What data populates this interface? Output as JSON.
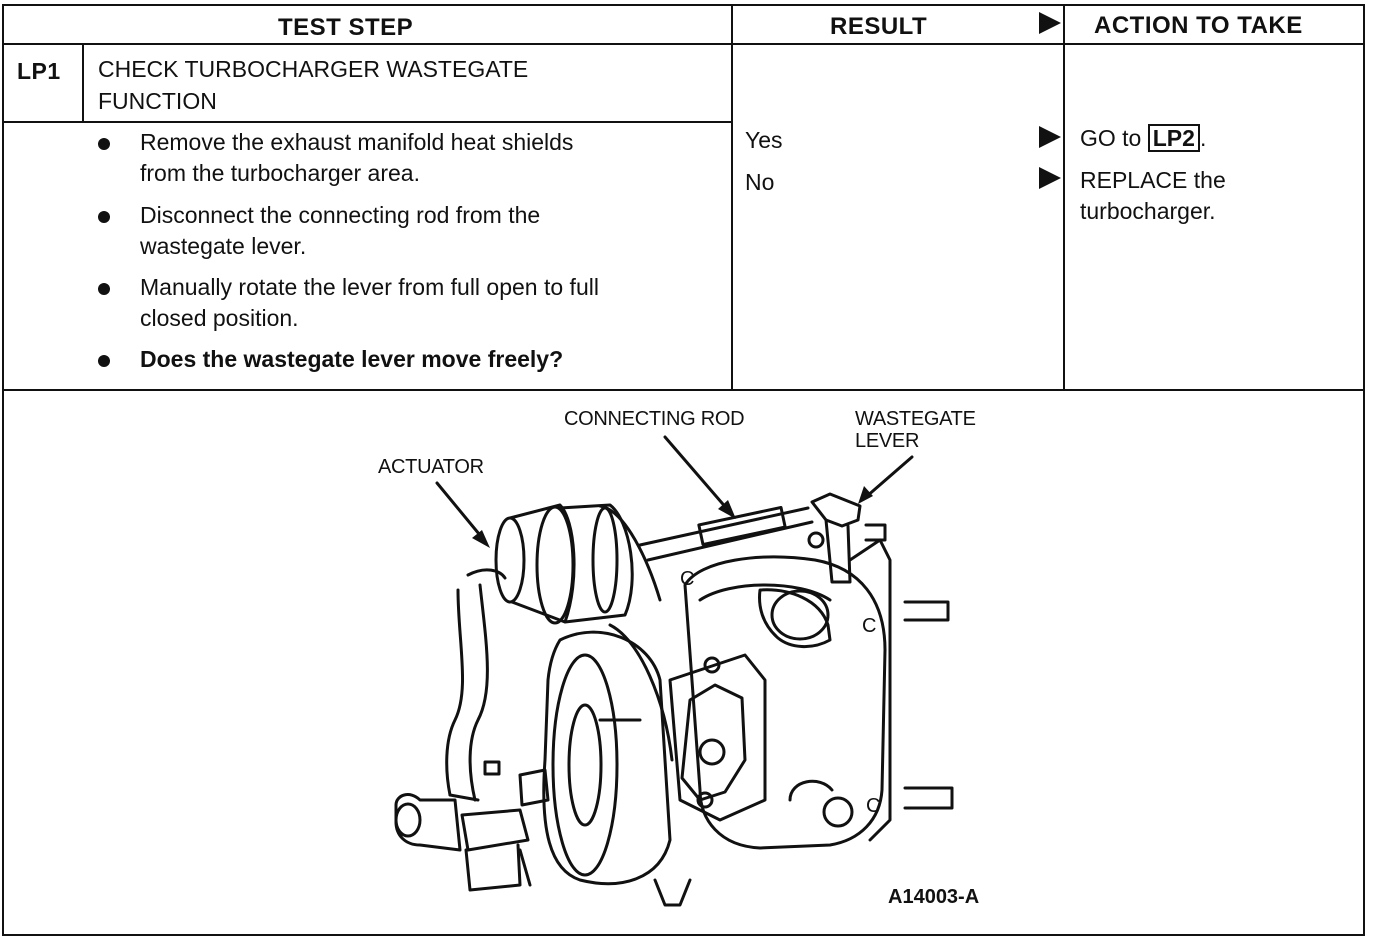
{
  "header": {
    "test_step": "TEST STEP",
    "result": "RESULT",
    "action": "ACTION TO TAKE"
  },
  "step": {
    "id": "LP1",
    "title_line1": "CHECK TURBOCHARGER WASTEGATE",
    "title_line2": "FUNCTION"
  },
  "instructions": [
    {
      "line1": "Remove the exhaust manifold heat shields",
      "line2": "from the turbocharger area."
    },
    {
      "line1": "Disconnect the connecting rod from the",
      "line2": "wastegate lever."
    },
    {
      "line1": "Manually rotate the lever from full open to full",
      "line2": "closed position."
    },
    {
      "line1": "Does the wastegate lever move freely?",
      "line2": ""
    }
  ],
  "results": [
    {
      "result": "Yes",
      "action_prefix": "GO to ",
      "action_ref": "LP2",
      "action_suffix": "."
    },
    {
      "result": "No",
      "action_line1": "REPLACE the",
      "action_line2": "turbocharger."
    }
  ],
  "illustration": {
    "label_actuator": "ACTUATOR",
    "label_connecting_rod": "CONNECTING ROD",
    "label_wastegate_line1": "WASTEGATE",
    "label_wastegate_line2": "LEVER",
    "figure_id": "A14003-A",
    "casting_mark": "C"
  }
}
